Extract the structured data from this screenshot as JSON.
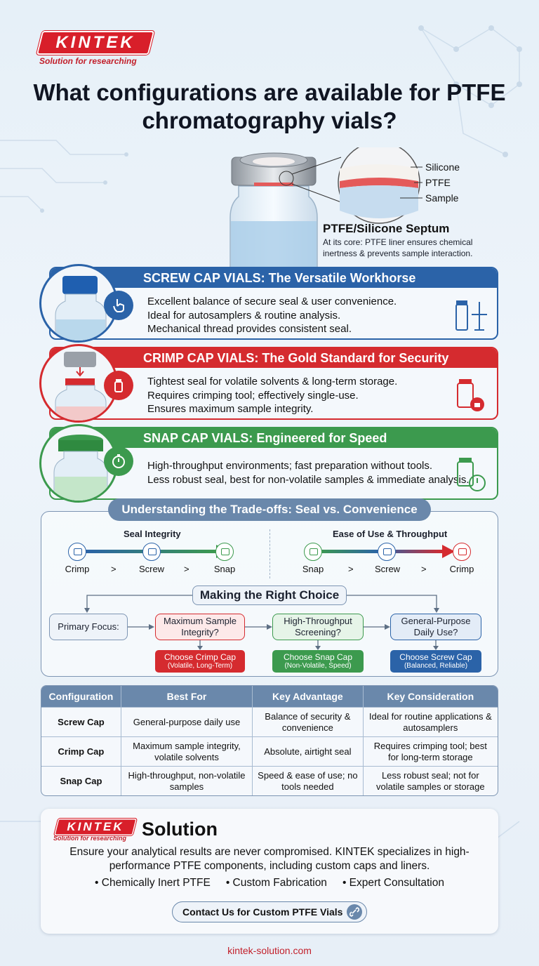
{
  "brand": {
    "logo_text": "KINTEK",
    "tagline": "Solution for researching",
    "red": "#d81f2a"
  },
  "title": "What configurations are available for PTFE chromatography vials?",
  "septum": {
    "layers": [
      "Silicone",
      "PTFE",
      "Sample"
    ],
    "title": "PTFE/Silicone Septum",
    "description": "At its core: PTFE liner ensures chemical inertness & prevents sample interaction."
  },
  "cards": [
    {
      "key": "screw",
      "color": "#2b63a8",
      "title": "SCREW CAP VIALS: The Versatile Workhorse",
      "lines": [
        "Excellent balance of secure seal & user convenience.",
        "Ideal for autosamplers & routine analysis.",
        "Mechanical thread provides consistent seal."
      ]
    },
    {
      "key": "crimp",
      "color": "#d52b2f",
      "title": "CRIMP CAP VIALS: The Gold Standard for Security",
      "lines": [
        "Tightest seal for volatile solvents & long-term storage.",
        "Requires crimping tool; effectively single-use.",
        "Ensures maximum sample integrity."
      ]
    },
    {
      "key": "snap",
      "color": "#3c9a4e",
      "title": "SNAP CAP VIALS: Engineered for Speed",
      "lines": [
        "High-throughput environments; fast preparation without tools.",
        "Less robust seal, best for non-volatile samples & immediate analysis."
      ]
    }
  ],
  "tradeoffs": {
    "title": "Understanding the Trade-offs: Seal vs. Convenience",
    "seal": {
      "title": "Seal Integrity",
      "items": [
        "Crimp",
        "Screw",
        "Snap"
      ]
    },
    "ease": {
      "title": "Ease of Use & Throughput",
      "items": [
        "Snap",
        "Screw",
        "Crimp"
      ]
    },
    "gt": ">"
  },
  "choice": {
    "title": "Making the Right Choice",
    "primary": "Primary Focus:",
    "questions": [
      "Maximum Sample Integrity?",
      "High-Throughput Screening?",
      "General-Purpose Daily Use?"
    ],
    "results": [
      {
        "main": "Choose Crimp Cap",
        "sub": "(Volatile, Long-Term)"
      },
      {
        "main": "Choose Snap Cap",
        "sub": "(Non-Volatile, Speed)"
      },
      {
        "main": "Choose Screw Cap",
        "sub": "(Balanced, Reliable)"
      }
    ]
  },
  "table": {
    "headers": [
      "Configuration",
      "Best For",
      "Key Advantage",
      "Key Consideration"
    ],
    "rows": [
      [
        "Screw Cap",
        "General-purpose daily use",
        "Balance of security & convenience",
        "Ideal for routine applications & autosamplers"
      ],
      [
        "Crimp Cap",
        "Maximum sample integrity, volatile solvents",
        "Absolute, airtight seal",
        "Requires crimping tool; best for long-term storage"
      ],
      [
        "Snap Cap",
        "High-throughput, non-volatile samples",
        "Speed & ease of use; no tools needed",
        "Less robust seal; not for volatile samples or storage"
      ]
    ]
  },
  "solution": {
    "logo_text": "KINTEK",
    "tagline": "Solution for researching",
    "title": "Solution",
    "text": "Ensure your analytical results are never compromised. KINTEK specializes in high-performance PTFE components, including custom caps and liners.",
    "bullets": [
      "Chemically Inert PTFE",
      "Custom Fabrication",
      "Expert Consultation"
    ],
    "cta": "Contact Us for Custom PTFE Vials"
  },
  "url": "kintek-solution.com"
}
